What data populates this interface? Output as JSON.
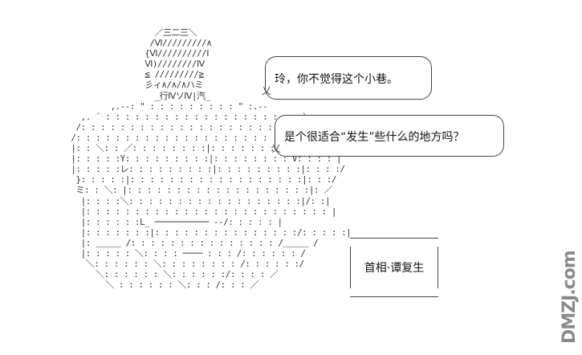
{
  "ascii_art": {
    "lines": [
      "                    ／三二三＼",
      "                   /Ⅵ/////////∧",
      "                  {Ⅵ//////////Ⅰ",
      "                  Ⅵ)////////Ⅳ",
      "                  ≦ /////////≧",
      "                  彡ィ∧/∧/∧ハミ",
      "                    _行ⅣソⅣ|汽_",
      "           ,.-‐: \" : : : : : : : : : \" :.-‐",
      "     ,. ´ : : : : : : : : : : : : : : : : : : : : ` ..",
      "    /: : : : : : : : : : : : : : : : : : : : : : : : : ヽ",
      "   /: : : : : : : : : : : : : : : : : : : : : : : : : : :l",
      "   |: : ＼: : ／: : : : : : : :|: : : : : : : ＼: : /: : :|",
      "   |: : : : :Y: : : : : : : : :|: : : : : : : : V: : : : |",
      "   |: : : : :レ: : : : : : : : :|: : : : : : : : :|: : : :/",
      "    }: : : : :|: : : : : : : : : : : : : : : : : :|: : :/",
      "    ミ: : ＼: |: : : : : : : : : : : : : : : : : : :|: ／",
      "     |: : : :＼: : : : : : : : : : : : : : : : : :|/: :|",
      "     |: : : : : : : : : : : : : : : : : : : : : : : : : |",
      "     |: : : : : :L_ ─────────── -‐/: : : : : |",
      "     |: : : : : : :|: : : : : : : : : : : : : : :/: : : : :|",
      "     |: ＿＿＿ /: : : : : : : : : : : : : : : /＿＿＿ /",
      "     |: : : : : ＼: : : : ──── : : : /: : : : : : /",
      "      ＼: : : : : : ＼: : : : : : : : /: : : : : :/",
      "        ＼: : : : : : ＼: : : : : :/: : : : ／",
      "          ＼ : : : : : : ＼: : : /: : : ／"
    ]
  },
  "speech_bubble_1": {
    "text": "玲，你不觉得这个小巷。"
  },
  "speech_bubble_2": {
    "text": "是个很适合“发生”些什么的地方吗？"
  },
  "caption": {
    "text": "首相·谭复生"
  },
  "watermark": {
    "text": "DMZJ.com"
  }
}
